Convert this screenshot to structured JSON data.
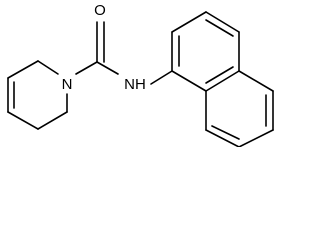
{
  "molecule": {
    "atoms": {
      "oxygen": "O",
      "ring_nitrogen": "N",
      "amide_nh": "NH"
    },
    "colors": {
      "bond": "#000000",
      "label": "#000000",
      "background": "#ffffff"
    }
  }
}
